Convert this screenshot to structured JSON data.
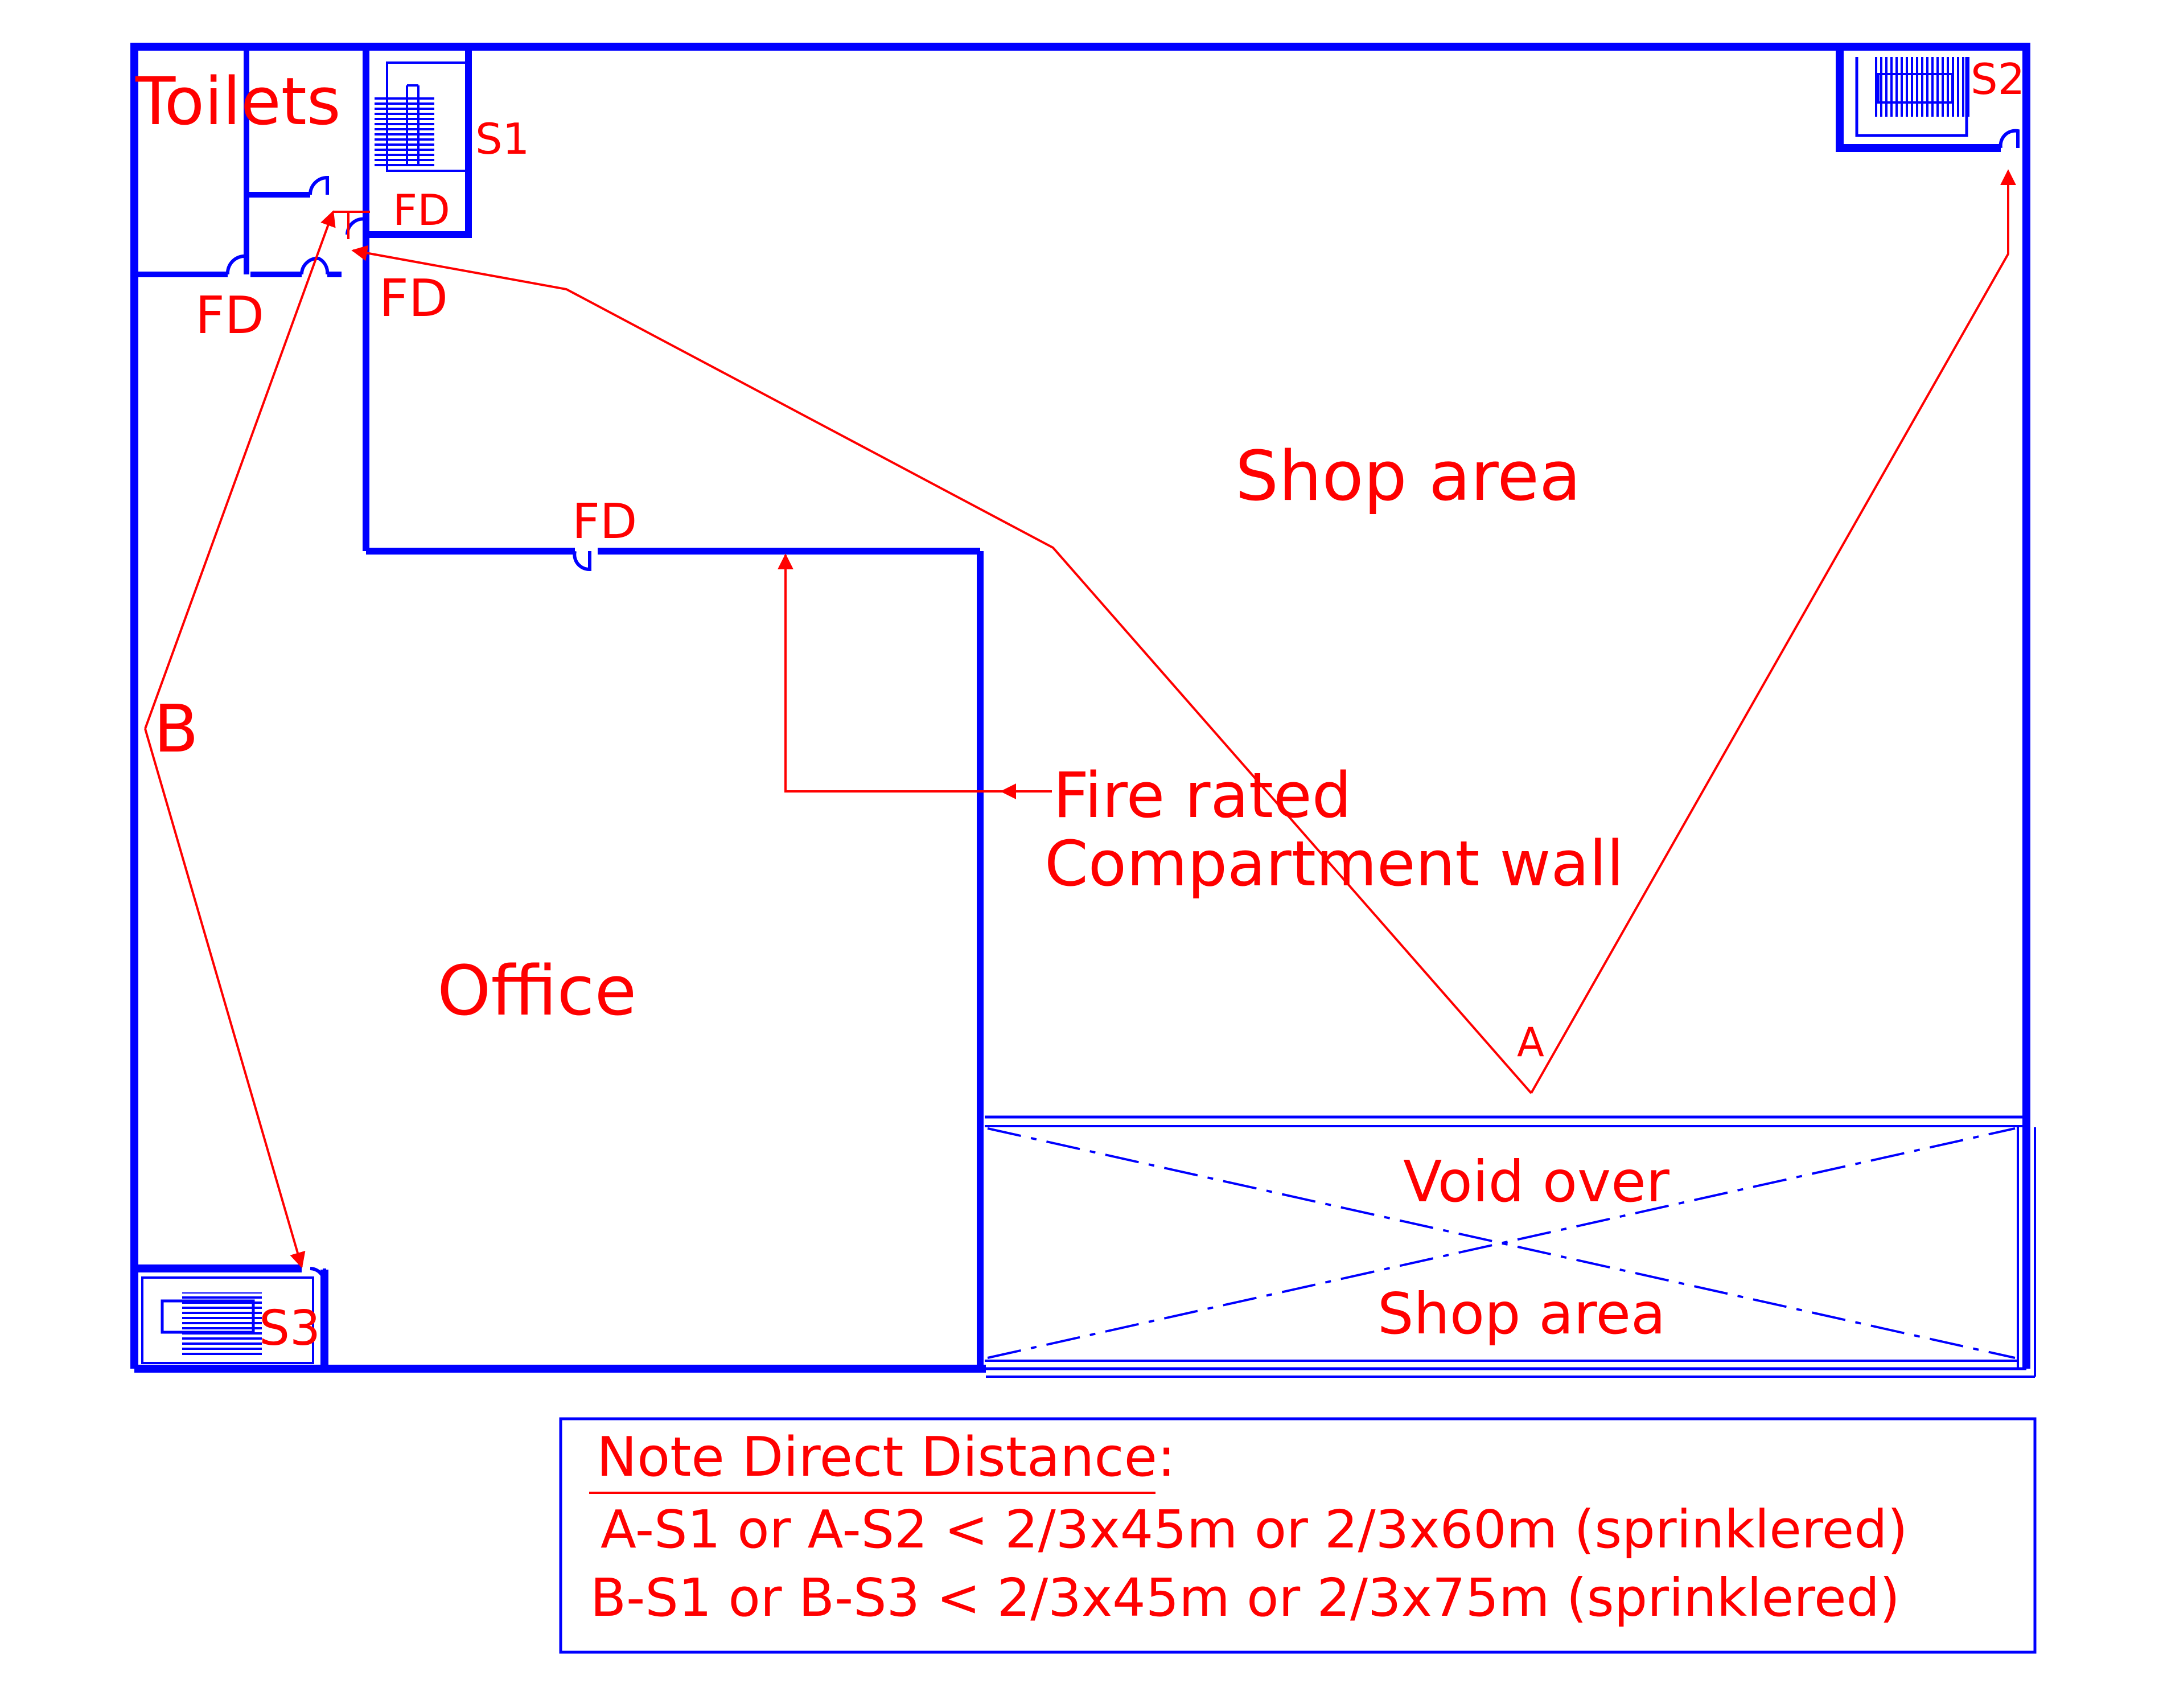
{
  "colors": {
    "wall": "#0000ff",
    "annotation": "#ff0000",
    "background": "#ffffff"
  },
  "rooms": {
    "toilets": "Toilets",
    "shop_area": "Shop area",
    "office": "Office",
    "void_line1": "Void over",
    "void_line2": "Shop area"
  },
  "stairs": {
    "s1": "S1",
    "s2": "S2",
    "s3": "S3"
  },
  "fire_doors": {
    "label": "FD"
  },
  "points": {
    "a": "A",
    "b": "B"
  },
  "wall_callout": {
    "line1": "Fire rated",
    "line2": "Compartment wall"
  },
  "note": {
    "title": "Note Direct Distance:",
    "line1": "A-S1 or A-S2 < 2/3x45m or 2/3x60m (sprinklered)",
    "line2": "B-S1 or B-S3 < 2/3x45m or 2/3x75m (sprinklered)"
  }
}
